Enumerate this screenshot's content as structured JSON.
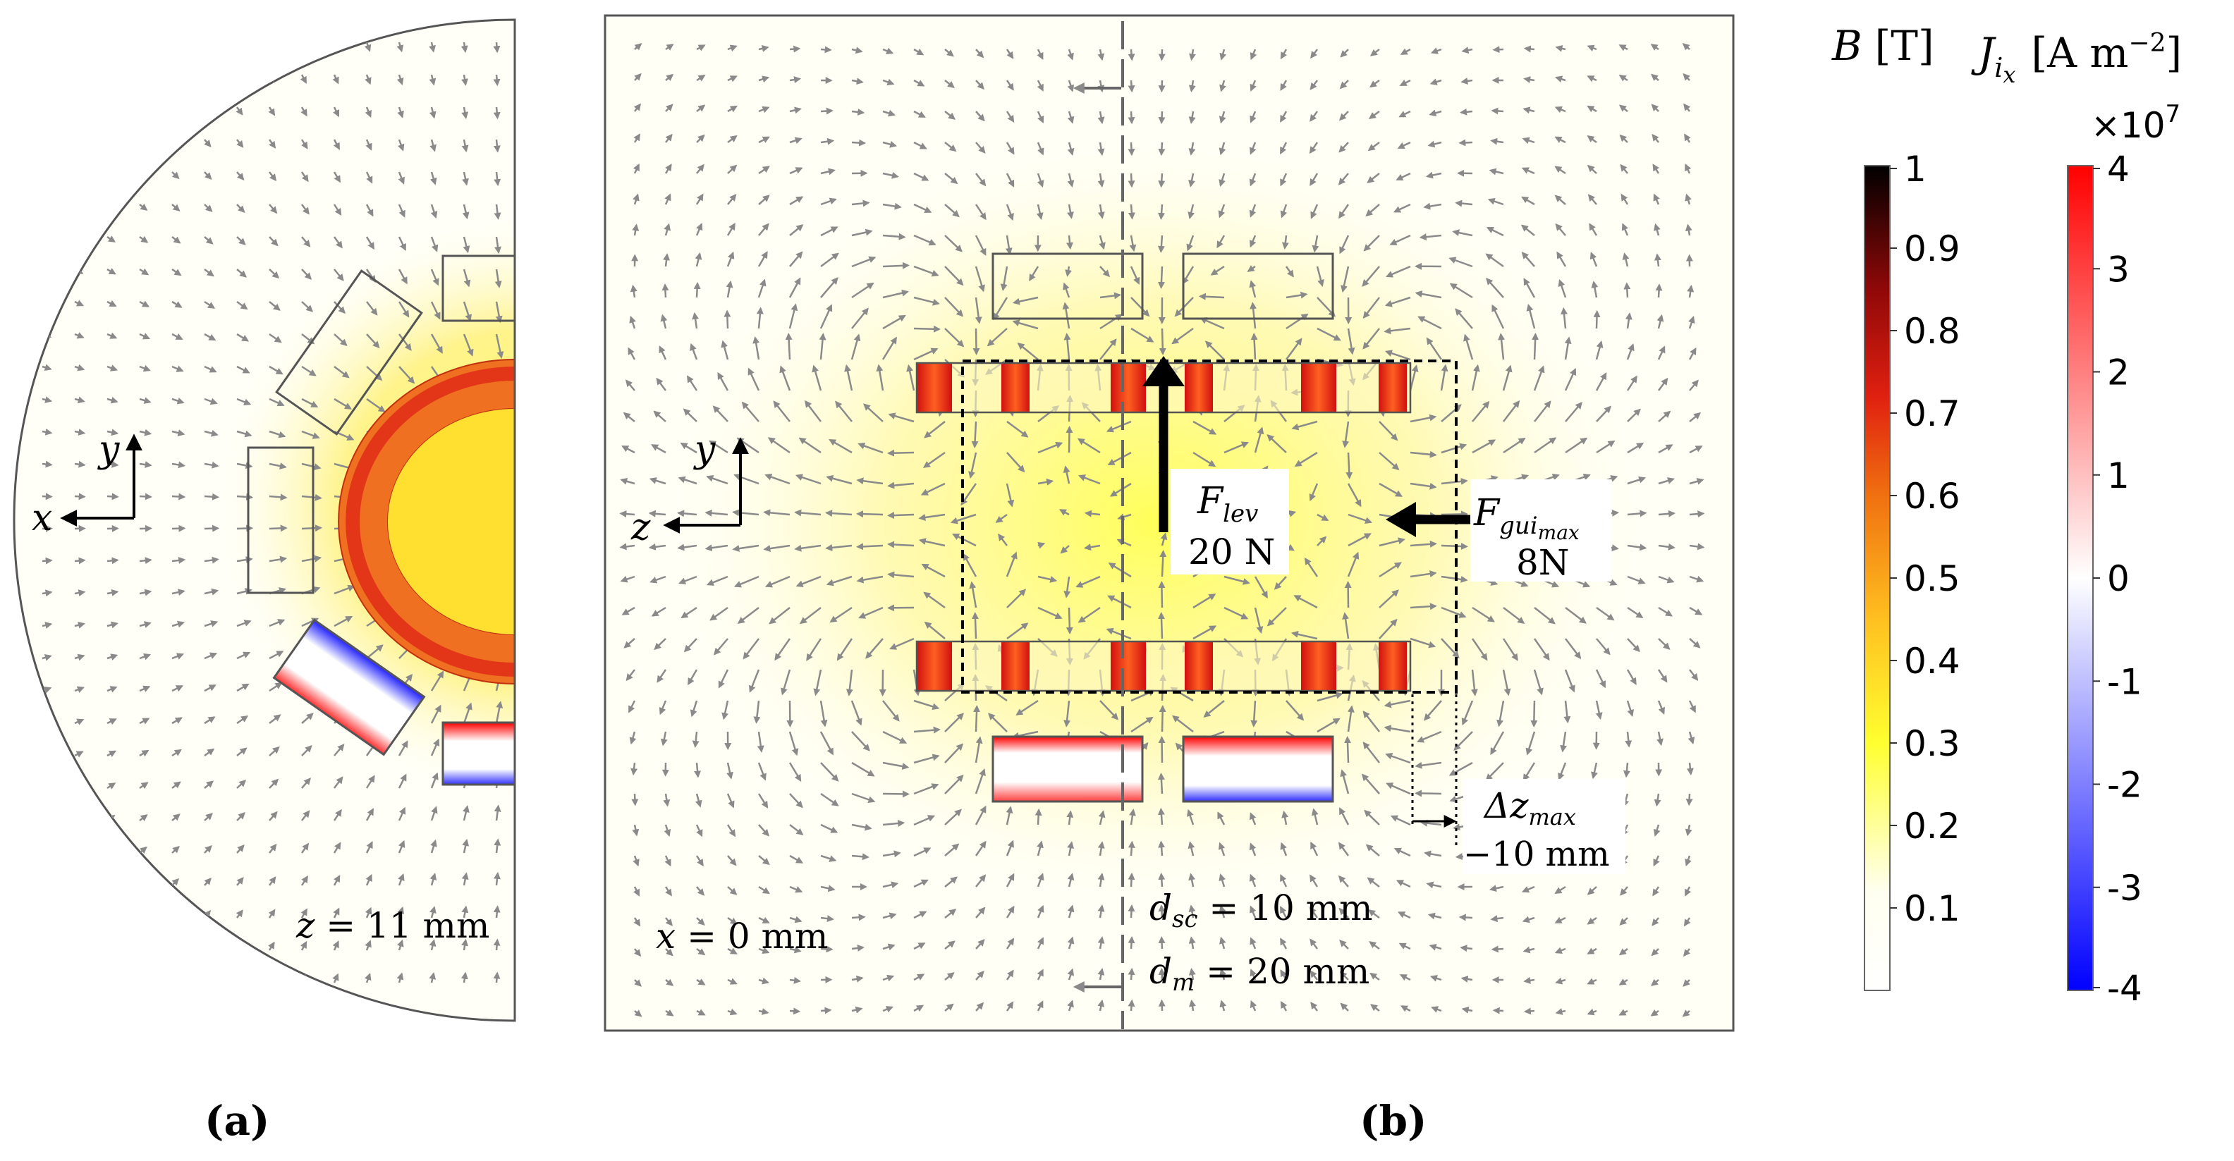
{
  "panel_a": {
    "caption": "(a)",
    "caption_letter": "a",
    "axis_y": "y",
    "axis_x": "x",
    "position_label": "z = 11 mm"
  },
  "panel_b": {
    "caption": "(b)",
    "caption_letter": "b",
    "axis_y": "y",
    "axis_z": "z",
    "position_label": "x = 0 mm",
    "f_lev_symbol": "F",
    "f_lev_sub": "lev",
    "f_lev_value": "20 N",
    "f_gui_symbol": "F",
    "f_gui_sub": "gui",
    "f_gui_subsub": "max",
    "f_gui_value": "8N",
    "dz_symbol": "Δz",
    "dz_sub": "max",
    "dz_value": "−10 mm",
    "dsc_symbol": "d",
    "dsc_sub": "sc",
    "dsc_value": " = 10 mm",
    "dm_symbol": "d",
    "dm_sub": "m",
    "dm_value": " = 20 mm"
  },
  "colorbar_B": {
    "title_symbol": "B",
    "title_unit": "[T]",
    "ticks": [
      "1",
      "0.9",
      "0.8",
      "0.7",
      "0.6",
      "0.5",
      "0.4",
      "0.3",
      "0.2",
      "0.1"
    ],
    "tick_values": [
      1,
      0.9,
      0.8,
      0.7,
      0.6,
      0.5,
      0.4,
      0.3,
      0.2,
      0.1
    ],
    "range": [
      0,
      1
    ]
  },
  "colorbar_J": {
    "title_symbol": "J",
    "title_sub_i": "i",
    "title_sub_x": "x",
    "title_unit_open": "[A m",
    "title_unit_exp": "−2",
    "title_unit_close": "]",
    "multiplier": "×10",
    "multiplier_exp": "7",
    "ticks": [
      "4",
      "3",
      "2",
      "1",
      "0",
      "-1",
      "-2",
      "-3",
      "-4"
    ],
    "tick_values": [
      4,
      3,
      2,
      1,
      0,
      -1,
      -2,
      -3,
      -4
    ],
    "range": [
      -4,
      4
    ]
  },
  "colors": {
    "b_high": "#000000",
    "b_mid_red": "#e02010",
    "b_orange": "#f08a10",
    "b_yellow": "#ffff30",
    "b_low": "#ffffff",
    "j_pos": "#ff0000",
    "j_neg": "#0000ff",
    "arrow_gray": "#8a8a8a"
  }
}
